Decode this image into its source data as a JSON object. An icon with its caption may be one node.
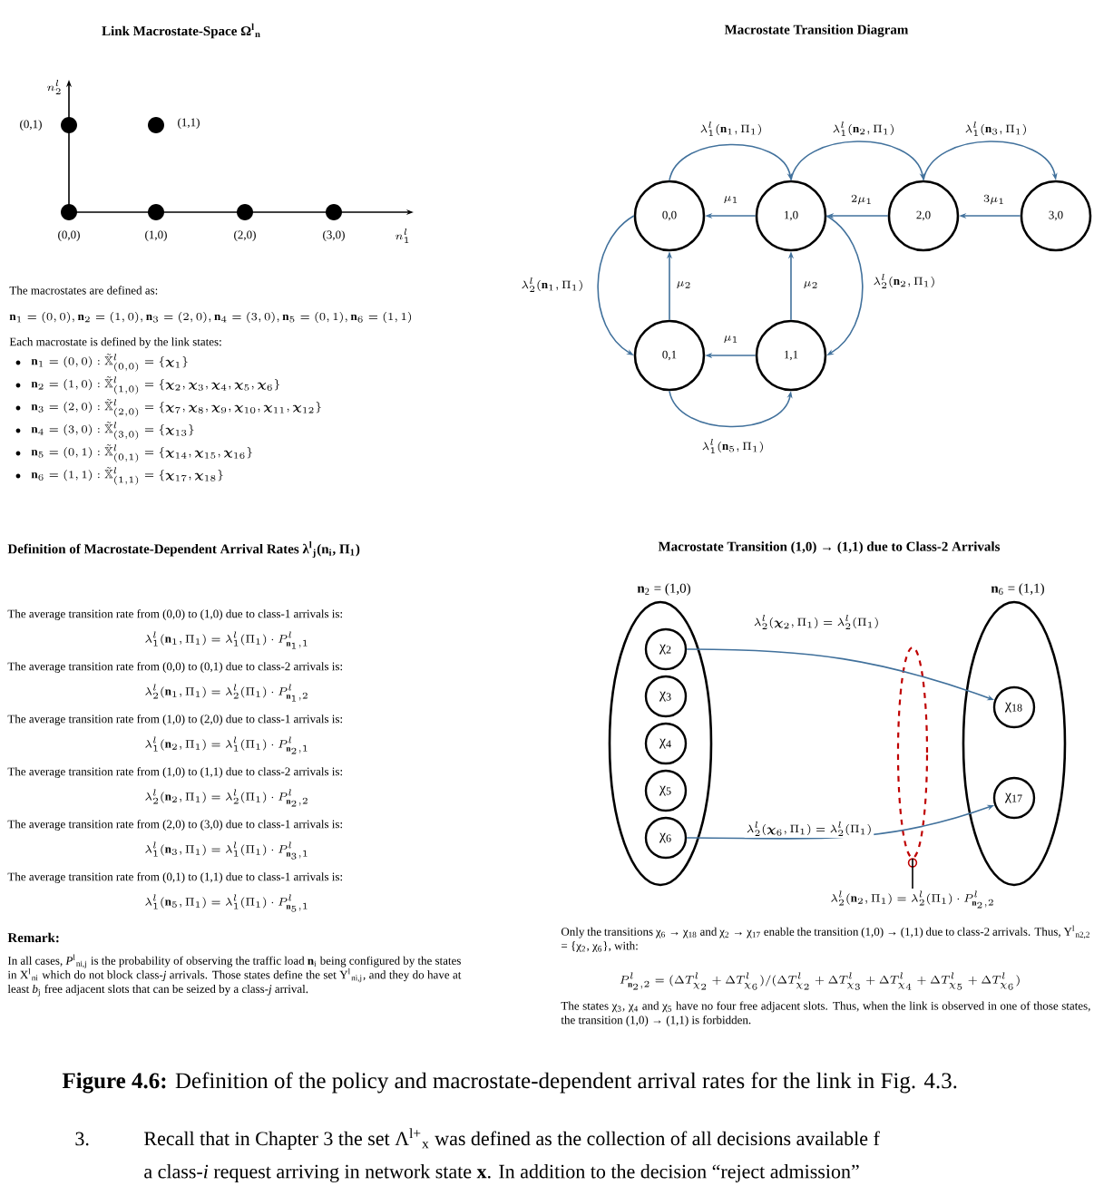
{
  "diagram": {
    "caption": "**Figure 4.6:** Definition of the policy and macrostate-dependent arrival rates for the link in Fig. 4.3.",
    "nodes": [
      {
        "text": [
          "0,0"
        ]
      },
      {
        "text": [
          "1,0"
        ]
      },
      {
        "text": [
          "2,0"
        ]
      },
      {
        "text": [
          "3,0"
        ]
      },
      {
        "text": [
          "0,1"
        ]
      },
      {
        "text": [
          "1,1"
        ]
      },
      {
        "text": [
          "**n**$_{2}$ = (1,0)"
        ]
      },
      {
        "text": [
          "χ$_{2}$"
        ],
        "in": 6
      },
      {
        "text": [
          "χ$_{3}$"
        ],
        "in": 6
      },
      {
        "text": [
          "χ$_{4}$"
        ],
        "in": 6
      },
      {
        "text": [
          "χ$_{5}$"
        ],
        "in": 6
      },
      {
        "text": [
          "χ$_{6}$"
        ],
        "in": 6
      },
      {
        "text": [],
        "shape": "ellipse"
      },
      {
        "text": [
          "**n**$_{6}$ = (1,1)"
        ]
      },
      {
        "text": [
          "χ$_{18}$"
        ],
        "in": 13
      },
      {
        "text": [
          "χ$_{17}$"
        ],
        "in": 13
      },
      {
        "text": [
          "\\lambda^l_2(\\mathbf{n}_2,\\Pi_1)=\\lambda^l_2(\\Pi_1)\\cdot P^l_{\\mathbf{n}_2,2}"
        ]
      }
    ],
    "edges": [
      {
        "from": 1,
        "to": 0,
        "arrow": "to",
        "label": "\\mu_1"
      },
      {
        "from": 2,
        "to": 1,
        "arrow": "to",
        "label": "2\\mu_1"
      },
      {
        "from": 3,
        "to": 2,
        "arrow": "to",
        "label": "3\\mu_1"
      },
      {
        "from": 4,
        "to": 0,
        "arrow": "to",
        "label": "\\mu_2"
      },
      {
        "from": 5,
        "to": 1,
        "arrow": "to",
        "label": "\\mu_2"
      },
      {
        "from": 5,
        "to": 4,
        "arrow": "to",
        "label": "\\mu_1"
      },
      {
        "from": 0,
        "to": 1,
        "arrow": "to",
        "label": "\\lambda^l_1(\\mathbf{n}_1,\\Pi_1)"
      },
      {
        "from": 1,
        "to": 2,
        "arrow": "to",
        "label": "\\lambda^l_1(\\mathbf{n}_2,\\Pi_1)"
      },
      {
        "from": 2,
        "to": 3,
        "arrow": "to",
        "label": "\\lambda^l_1(\\mathbf{n}_3,\\Pi_1)"
      },
      {
        "from": 0,
        "to": 4,
        "arrow": "to",
        "label": "\\lambda^l_2(\\mathbf{n}_1,\\Pi_1)"
      },
      {
        "from": 1,
        "to": 5,
        "arrow": "to",
        "label": "\\lambda^l_2(\\mathbf{n}_2,\\Pi_1)"
      },
      {
        "from": 4,
        "to": 5,
        "arrow": "to",
        "label": "\\lambda^l_1(\\mathbf{n}_5,\\Pi_1)"
      },
      {
        "from": 7,
        "to": 14,
        "arrow": "to",
        "label": "\\lambda^l_2(\\boldsymbol{\\chi}_2,\\Pi_1)=\\lambda^l_2(\\Pi_1)"
      },
      {
        "from": 11,
        "to": 15,
        "arrow": "to",
        "label": "\\lambda^l_2(\\boldsymbol{\\chi}_6,\\Pi_1)=\\lambda^l_2(\\Pi_1)"
      },
      {
        "from": 16,
        "to": 12,
        "arrow": "none",
        "color": "#000000"
      }
    ],
    "labels": [
      "Link Macrostate-Space Ω$^{l}$$_{n}$",
      "Macrostate Transition Diagram",
      "n^l_2",
      "(0,1)",
      "(1,1)",
      "(0,0)",
      "(1,0)",
      "(2,0)",
      "(3,0)",
      "n^l_1",
      "The macrostates are defined as:",
      "\\mathbf{n}_1=(0,0),\\mathbf{n}_2=(1,0),\\mathbf{n}_3=(2,0),\\mathbf{n}_4=(3,0),\\mathbf{n}_5=(0,1),\\mathbf{n}_6=(1,1)",
      "Each macrostate is defined by the link states:",
      "\\mathbf{n}_1=(0,0):\\tilde{\\mathbb{X}}^l_{(0,0)}=\\{\\boldsymbol{\\chi}_1\\}",
      "\\mathbf{n}_2=(1,0):\\tilde{\\mathbb{X}}^l_{(1,0)}=\\{\\boldsymbol{\\chi}_2,\\boldsymbol{\\chi}_3,\\boldsymbol{\\chi}_4,\\boldsymbol{\\chi}_5,\\boldsymbol{\\chi}_6\\}",
      "\\mathbf{n}_3=(2,0):\\tilde{\\mathbb{X}}^l_{(2,0)}=\\{\\boldsymbol{\\chi}_7,\\boldsymbol{\\chi}_8,\\boldsymbol{\\chi}_9,\\boldsymbol{\\chi}_{10},\\boldsymbol{\\chi}_{11},\\boldsymbol{\\chi}_{12}\\}",
      "\\mathbf{n}_4=(3,0):\\tilde{\\mathbb{X}}^l_{(3,0)}=\\{\\boldsymbol{\\chi}_{13}\\}",
      "\\mathbf{n}_5=(0,1):\\tilde{\\mathbb{X}}^l_{(0,1)}=\\{\\boldsymbol{\\chi}_{14},\\boldsymbol{\\chi}_{15},\\boldsymbol{\\chi}_{16}\\}",
      "\\mathbf{n}_6=(1,1):\\tilde{\\mathbb{X}}^l_{(1,1)}=\\{\\boldsymbol{\\chi}_{17},\\boldsymbol{\\chi}_{18}\\}",
      "Definition of Macrostate-Dependent Arrival Rates λ$^{l}$$_{j}$(n$_{i}$, Π$_{1}$)",
      "The average transition rate from (0,0) to (1,0) due to class-1 arrivals is:",
      "\\lambda^l_1(\\mathbf{n}_1,\\Pi_1)=\\lambda^l_1(\\Pi_1)\\cdot P^l_{\\mathbf{n}_1,1}",
      "The average transition rate from (0,0) to (0,1) due to class-2 arrivals is:",
      "\\lambda^l_2(\\mathbf{n}_1,\\Pi_1)=\\lambda^l_2(\\Pi_1)\\cdot P^l_{\\mathbf{n}_1,2}",
      "The average transition rate from (1,0) to (2,0) due to class-1 arrivals is:",
      "\\lambda^l_1(\\mathbf{n}_2,\\Pi_1)=\\lambda^l_1(\\Pi_1)\\cdot P^l_{\\mathbf{n}_2,1}",
      "The average transition rate from (1,0) to (1,1) due to class-2 arrivals is:",
      "\\lambda^l_2(\\mathbf{n}_2,\\Pi_1)=\\lambda^l_2(\\Pi_1)\\cdot P^l_{\\mathbf{n}_2,2}",
      "The average transition rate from (2,0) to (3,0) due to class-1 arrivals is:",
      "\\lambda^l_1(\\mathbf{n}_3,\\Pi_1)=\\lambda^l_1(\\Pi_1)\\cdot P^l_{\\mathbf{n}_3,1}",
      "The average transition rate from (0,1) to (1,1) due to class-1 arrivals is:",
      "\\lambda^l_1(\\mathbf{n}_5,\\Pi_1)=\\lambda^l_1(\\Pi_1)\\cdot P^l_{\\mathbf{n}_5,1}",
      "Remark:",
      "In all cases, *P*$^{l}$$_{ni,j}$ is the probability of observing the traffic load **n**$_{i}$ being configured by the states in X$^{l}$$_{ni}$ which do not block class-*j* arrivals. Those states define the set Y$^{l}$$_{ni,j}$, and they do have at least *b*$_{j}$ free adjacent slots that can be seized by a class-*j* arrival.",
      "Macrostate Transition (1,0) → (1,1) due to Class-2 Arrivals",
      "Only the transitions χ$_{6}$ → χ$_{18}$ and χ$_{2}$ → χ$_{17}$ enable the transition (1,0) → (1,1) due to class-2 arrivals. Thus, Y$^{l}$$_{n2,2}$ = {χ$_{2}$, χ$_{6}$}, with:",
      "P^l_{\\mathbf{n}_2,2}=(\\Delta T^l_{\\chi_2}+\\Delta T^l_{\\chi_6})/(\\Delta T^l_{\\chi_2}+\\Delta T^l_{\\chi_3}+\\Delta T^l_{\\chi_4}+\\Delta T^l_{\\chi_5}+\\Delta T^l_{\\chi_6})",
      "The states χ$_{3}$, χ$_{4}$ and χ$_{5}$ have no four free adjacent slots. Thus, when the link is observed in one of those states, the transition (1,0) → (1,1) is forbidden.",
      "3.",
      "Recall that in Chapter 3 the set Λ$^{l+}$$_{x}$ was defined as the collection of all decisions available f",
      "a class-*i* request arriving in network state **x**. In addition to the decision “reject admission”"
    ]
  }
}
